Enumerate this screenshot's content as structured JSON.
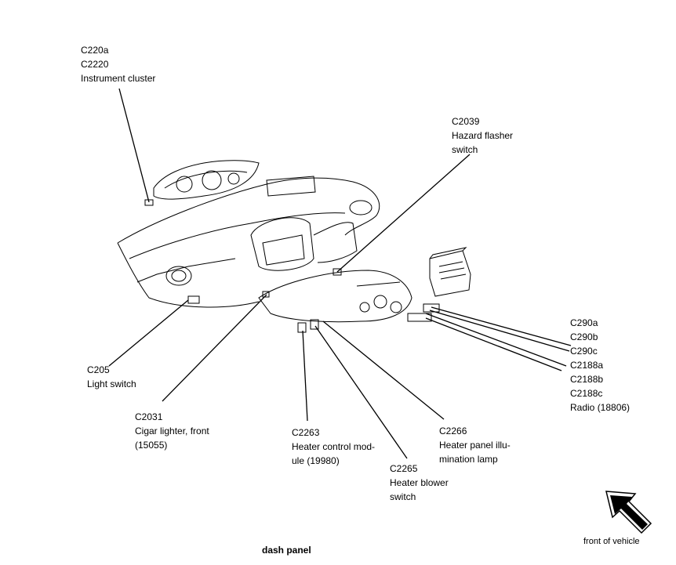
{
  "callouts": {
    "instrument_cluster": [
      "C220a",
      "C2220",
      "Instrument cluster"
    ],
    "hazard_flasher": [
      "C2039",
      "Hazard flasher",
      "switch"
    ],
    "radio": [
      "C290a",
      "C290b",
      "C290c",
      "C2188a",
      "C2188b",
      "C2188c",
      "Radio (18806)"
    ],
    "light_switch": [
      "C205",
      "Light switch"
    ],
    "cigar_lighter": [
      "C2031",
      "Cigar lighter, front",
      "(15055)"
    ],
    "heater_control": [
      "C2263",
      "Heater control mod-",
      "ule (19980)"
    ],
    "heater_lamp": [
      "C2266",
      "Heater panel illu-",
      "mination lamp"
    ],
    "heater_blower": [
      "C2265",
      "Heater blower",
      "switch"
    ]
  },
  "caption": "dash panel",
  "orientation_label": "front of vehicle"
}
